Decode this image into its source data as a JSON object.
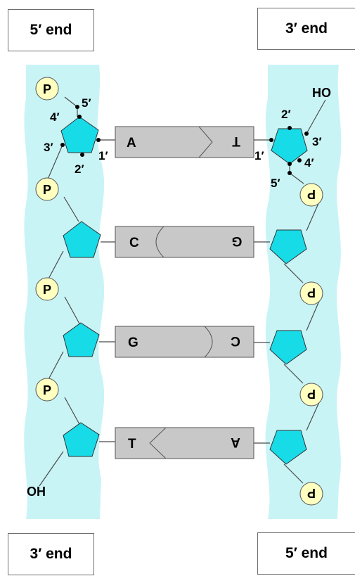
{
  "labels": {
    "top_left_end": "5′ end",
    "top_right_end": "3′ end",
    "bottom_left_end": "3′ end",
    "bottom_right_end": "5′ end",
    "phosphate": "P",
    "oh": "OH",
    "ho": "HO",
    "carbon_1": "1′",
    "carbon_2": "2′",
    "carbon_3": "3′",
    "carbon_4": "4′",
    "carbon_5": "5′"
  },
  "base_pairs": [
    {
      "left": "A",
      "right": "T"
    },
    {
      "left": "C",
      "right": "G"
    },
    {
      "left": "G",
      "right": "C"
    },
    {
      "left": "T",
      "right": "A"
    }
  ],
  "colors": {
    "backbone": "#c9f4f6",
    "sugar": "#18dbe8",
    "phosphate": "#ffffc0",
    "base_box": "#c8c8c8",
    "line": "#4a4a4a"
  }
}
